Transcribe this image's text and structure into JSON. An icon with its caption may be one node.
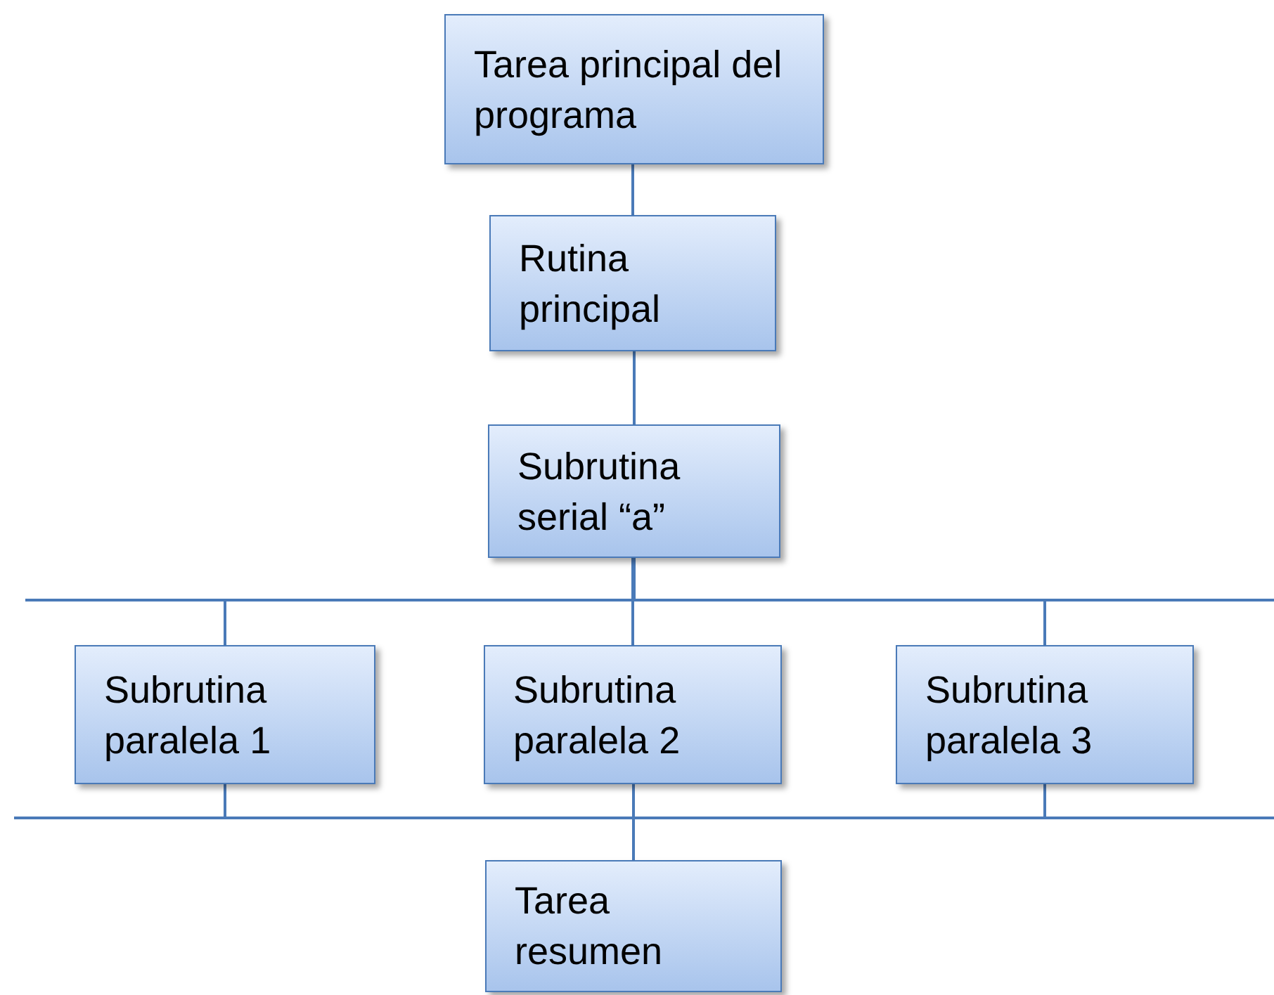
{
  "diagram": {
    "nodes": [
      {
        "text": [
          "Tarea principal del programa"
        ]
      },
      {
        "text": [
          "Rutina principal"
        ]
      },
      {
        "text": [
          "Subrutina serial “a”"
        ]
      },
      {
        "text": [
          "Subrutina paralela 1"
        ]
      },
      {
        "text": [
          "Subrutina paralela 2"
        ]
      },
      {
        "text": [
          "Subrutina paralela 3"
        ]
      },
      {
        "text": [
          "Tarea resumen"
        ]
      }
    ],
    "edges": [
      {
        "from": 0,
        "to": 1,
        "arrow": "none"
      },
      {
        "from": 1,
        "to": 2,
        "arrow": "none"
      },
      {
        "from": 2,
        "to": 3,
        "arrow": "none"
      },
      {
        "from": 2,
        "to": 4,
        "arrow": "none"
      },
      {
        "from": 2,
        "to": 5,
        "arrow": "none"
      },
      {
        "from": 3,
        "to": 6,
        "arrow": "none"
      },
      {
        "from": 4,
        "to": 6,
        "arrow": "none"
      },
      {
        "from": 5,
        "to": 6,
        "arrow": "none"
      }
    ]
  }
}
